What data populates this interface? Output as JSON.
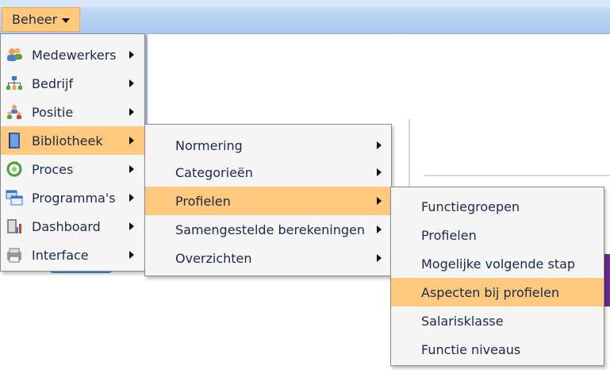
{
  "menubar": {
    "beheer_label": "Beheer"
  },
  "menu1": {
    "items": [
      {
        "label": "Medewerkers",
        "icon": "users-icon"
      },
      {
        "label": "Bedrijf",
        "icon": "org-chart-icon"
      },
      {
        "label": "Positie",
        "icon": "position-icon"
      },
      {
        "label": "Bibliotheek",
        "icon": "book-icon",
        "active": true
      },
      {
        "label": "Proces",
        "icon": "process-icon"
      },
      {
        "label": "Programma's",
        "icon": "windows-icon"
      },
      {
        "label": "Dashboard",
        "icon": "dashboard-icon"
      },
      {
        "label": "Interface",
        "icon": "interface-icon"
      }
    ]
  },
  "menu2": {
    "items": [
      {
        "label": "Normering"
      },
      {
        "label": "Categorieën"
      },
      {
        "label": "Profielen",
        "active": true
      },
      {
        "label": "Samengestelde berekeningen"
      },
      {
        "label": "Overzichten"
      }
    ]
  },
  "menu3": {
    "items": [
      {
        "label": "Functiegroepen"
      },
      {
        "label": "Profielen"
      },
      {
        "label": "Mogelijke volgende stap"
      },
      {
        "label": "Aspecten bij profielen",
        "active": true
      },
      {
        "label": "Salarisklasse"
      },
      {
        "label": "Functie niveaus"
      }
    ]
  },
  "colors": {
    "highlight": "#fec97f",
    "menu_bg": "#f5f5f5",
    "topbar": "#bcd5f3"
  }
}
